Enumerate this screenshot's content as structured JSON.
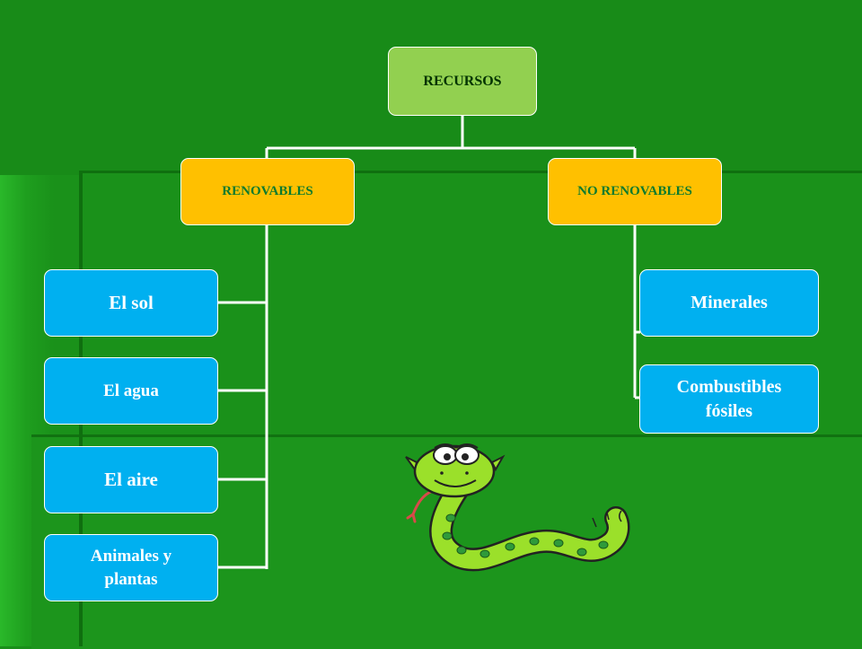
{
  "diagram": {
    "root": {
      "label": "RECURSOS"
    },
    "categories": [
      {
        "label": "RENOVABLES",
        "children": [
          "El sol",
          "El agua",
          "El aire",
          "Animales y\nplantas"
        ]
      },
      {
        "label": "NO RENOVABLES",
        "children": [
          "Minerales",
          "Combustibles\nfósiles"
        ]
      }
    ]
  },
  "colors": {
    "background": "#1a8f1a",
    "root_fill": "#92d050",
    "category_fill": "#ffc000",
    "leaf_fill": "#00b0f0",
    "connector": "#ffffff"
  },
  "decoration": {
    "icon": "snake-icon"
  }
}
